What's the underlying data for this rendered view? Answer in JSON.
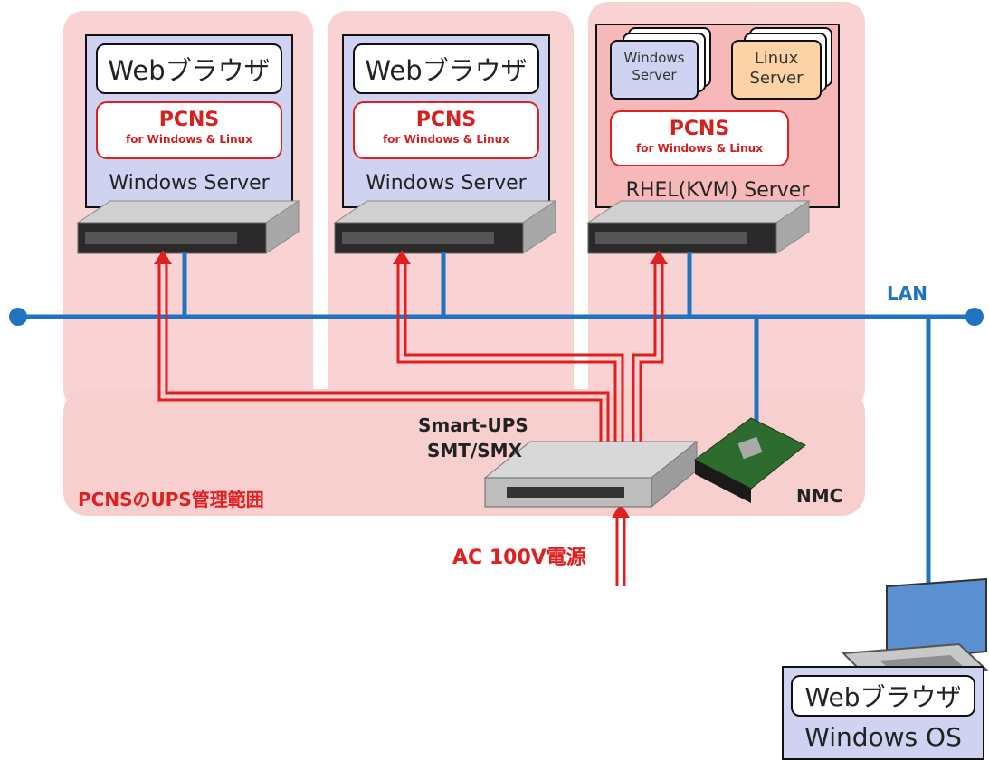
{
  "servers": [
    {
      "browser": "Webブラウザ",
      "pcns_title": "PCNS",
      "pcns_sub": "for Windows & Linux",
      "label": "Windows Server"
    },
    {
      "browser": "Webブラウザ",
      "pcns_title": "PCNS",
      "pcns_sub": "for Windows & Linux",
      "label": "Windows Server"
    },
    {
      "vm_windows": "Windows\nServer",
      "vm_linux": "Linux\nServer",
      "pcns_title": "PCNS",
      "pcns_sub": "for Windows & Linux",
      "label": "RHEL(KVM) Server"
    }
  ],
  "vm_windows_l1": "Windows",
  "vm_windows_l2": "Server",
  "vm_linux_l1": "Linux",
  "vm_linux_l2": "Server",
  "lan_label": "LAN",
  "ups_label_1": "Smart-UPS",
  "ups_label_2": "SMT/SMX",
  "nmc_label": "NMC",
  "ups_range_label": "PCNSのUPS管理範囲",
  "ac_label": "AC 100V電源",
  "client": {
    "browser": "Webブラウザ",
    "os": "Windows OS"
  },
  "colors": {
    "lan": "#1f73c0",
    "power": "#e02020",
    "zone": "#fbdada",
    "server_box_blue": "#cfd2f0",
    "server_box_pink": "#f6b8b8"
  }
}
